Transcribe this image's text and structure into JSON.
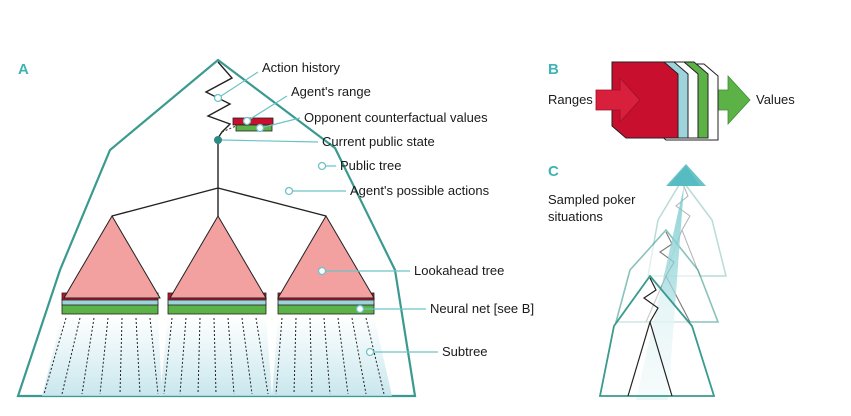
{
  "panels": {
    "a": "A",
    "b": "B",
    "c": "C"
  },
  "panel_a": {
    "labels": {
      "action_history": "Action history",
      "agents_range": "Agent's range",
      "opponent_cfv": "Opponent counterfactual values",
      "current_public_state": "Current public state",
      "public_tree": "Public tree",
      "agents_possible_actions": "Agent's possible actions",
      "lookahead_tree": "Lookahead tree",
      "neural_net": "Neural net [see B]",
      "subtree": "Subtree"
    }
  },
  "panel_b": {
    "input_label": "Ranges",
    "output_label": "Values"
  },
  "panel_c": {
    "label_line1": "Sampled poker",
    "label_line2": "situations"
  },
  "colors": {
    "accent": "#3fb3b6",
    "leader": "#6cc3c7",
    "red": "#c8102e",
    "green": "#5cb247",
    "light_blue": "#9fd3dc",
    "pink": "#f2a0a0",
    "subtree_fill": "#cfe9ee",
    "tree_edge": "#3a9a8f"
  }
}
